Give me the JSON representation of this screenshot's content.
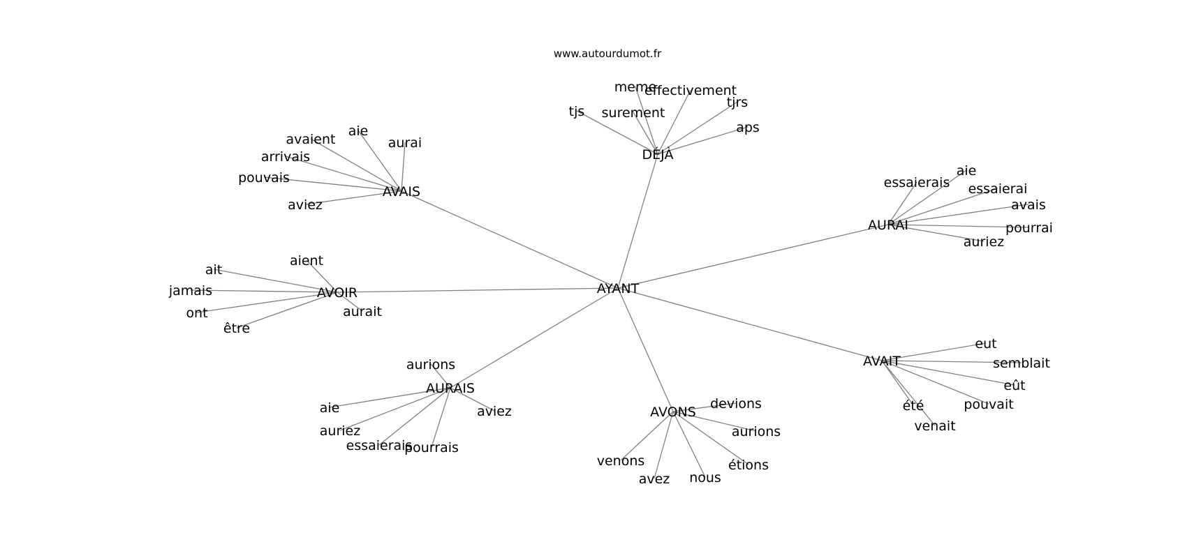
{
  "site_label": "www.autourdumot.fr",
  "graph": {
    "center": "AYANT",
    "nodes": [
      {
        "id": "n_ayant",
        "label": "AYANT"
      },
      {
        "id": "n_deja",
        "label": "DÉJÀ",
        "parent": "n_ayant"
      },
      {
        "id": "n_avais",
        "label": "AVAIS",
        "parent": "n_ayant"
      },
      {
        "id": "n_aurai",
        "label": "AURAI",
        "parent": "n_ayant"
      },
      {
        "id": "n_avoir",
        "label": "AVOIR",
        "parent": "n_ayant"
      },
      {
        "id": "n_avait",
        "label": "AVAIT",
        "parent": "n_ayant"
      },
      {
        "id": "n_aurais",
        "label": "AURAIS",
        "parent": "n_ayant"
      },
      {
        "id": "n_avons",
        "label": "AVONS",
        "parent": "n_ayant"
      },
      {
        "id": "deja_meme",
        "label": "meme",
        "parent": "n_deja"
      },
      {
        "id": "deja_effectivement",
        "label": "effectivement",
        "parent": "n_deja"
      },
      {
        "id": "deja_tjrs",
        "label": "tjrs",
        "parent": "n_deja"
      },
      {
        "id": "deja_tjs",
        "label": "tjs",
        "parent": "n_deja"
      },
      {
        "id": "deja_surement",
        "label": "surement",
        "parent": "n_deja"
      },
      {
        "id": "deja_aps",
        "label": "aps",
        "parent": "n_deja"
      },
      {
        "id": "avais_aie",
        "label": "aie",
        "parent": "n_avais"
      },
      {
        "id": "avais_avaient",
        "label": "avaient",
        "parent": "n_avais"
      },
      {
        "id": "avais_aurai",
        "label": "aurai",
        "parent": "n_avais"
      },
      {
        "id": "avais_arrivais",
        "label": "arrivais",
        "parent": "n_avais"
      },
      {
        "id": "avais_pouvais",
        "label": "pouvais",
        "parent": "n_avais"
      },
      {
        "id": "avais_aviez",
        "label": "aviez",
        "parent": "n_avais"
      },
      {
        "id": "aurai_aie",
        "label": "aie",
        "parent": "n_aurai"
      },
      {
        "id": "aurai_essaierais",
        "label": "essaierais",
        "parent": "n_aurai"
      },
      {
        "id": "aurai_essaierai",
        "label": "essaierai",
        "parent": "n_aurai"
      },
      {
        "id": "aurai_avais",
        "label": "avais",
        "parent": "n_aurai"
      },
      {
        "id": "aurai_pourrai",
        "label": "pourrai",
        "parent": "n_aurai"
      },
      {
        "id": "aurai_auriez",
        "label": "auriez",
        "parent": "n_aurai"
      },
      {
        "id": "avoir_aient",
        "label": "aient",
        "parent": "n_avoir"
      },
      {
        "id": "avoir_ait",
        "label": "ait",
        "parent": "n_avoir"
      },
      {
        "id": "avoir_jamais",
        "label": "jamais",
        "parent": "n_avoir"
      },
      {
        "id": "avoir_ont",
        "label": "ont",
        "parent": "n_avoir"
      },
      {
        "id": "avoir_aurait",
        "label": "aurait",
        "parent": "n_avoir"
      },
      {
        "id": "avoir_etre",
        "label": "être",
        "parent": "n_avoir"
      },
      {
        "id": "avait_eut",
        "label": "eut",
        "parent": "n_avait"
      },
      {
        "id": "avait_semblait",
        "label": "semblait",
        "parent": "n_avait"
      },
      {
        "id": "avait_eut2",
        "label": "eût",
        "parent": "n_avait"
      },
      {
        "id": "avait_ete",
        "label": "été",
        "parent": "n_avait"
      },
      {
        "id": "avait_pouvait",
        "label": "pouvait",
        "parent": "n_avait"
      },
      {
        "id": "avait_venait",
        "label": "venait",
        "parent": "n_avait"
      },
      {
        "id": "aurais_aurions",
        "label": "aurions",
        "parent": "n_aurais"
      },
      {
        "id": "aurais_aie",
        "label": "aie",
        "parent": "n_aurais"
      },
      {
        "id": "aurais_aviez",
        "label": "aviez",
        "parent": "n_aurais"
      },
      {
        "id": "aurais_auriez",
        "label": "auriez",
        "parent": "n_aurais"
      },
      {
        "id": "aurais_essaierais",
        "label": "essaierais",
        "parent": "n_aurais"
      },
      {
        "id": "aurais_pourrais",
        "label": "pourrais",
        "parent": "n_aurais"
      },
      {
        "id": "avons_devions",
        "label": "devions",
        "parent": "n_avons"
      },
      {
        "id": "avons_aurions",
        "label": "aurions",
        "parent": "n_avons"
      },
      {
        "id": "avons_venons",
        "label": "venons",
        "parent": "n_avons"
      },
      {
        "id": "avons_etions",
        "label": "étions",
        "parent": "n_avons"
      },
      {
        "id": "avons_avez",
        "label": "avez",
        "parent": "n_avons"
      },
      {
        "id": "avons_nous",
        "label": "nous",
        "parent": "n_avons"
      }
    ]
  }
}
